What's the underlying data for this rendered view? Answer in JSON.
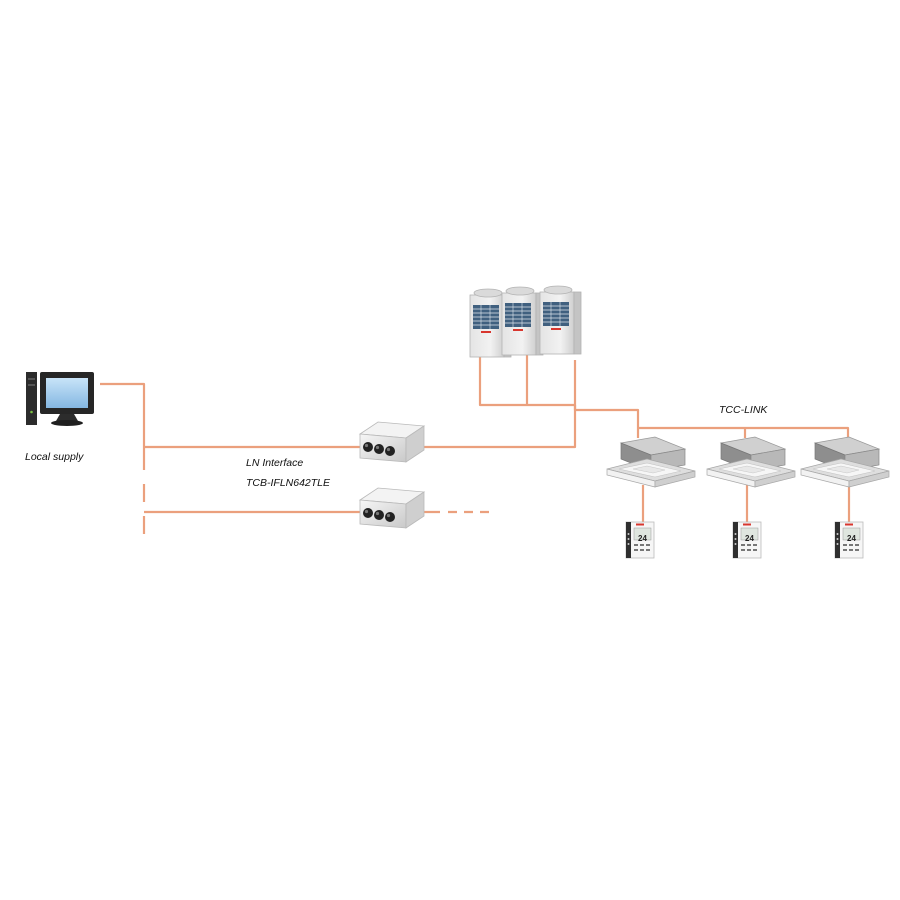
{
  "labels": {
    "local_supply": "Local supply",
    "ln_interface": "LN Interface",
    "model": "TCB-IFLN642TLE",
    "tcc_link": "TCC-LINK"
  },
  "remote_display": "24",
  "colors": {
    "wire": "#eba07d",
    "background": "#ffffff",
    "device_light": "#ececec",
    "device_shade": "#bdbdbd",
    "grille": "#3f5f7f",
    "computer": "#2a2a2a",
    "screen": "#9ecbee",
    "brand_red": "#d8362e"
  },
  "icons": [
    "computer-icon",
    "ln-interface-box-icon",
    "outdoor-unit-icon",
    "cassette-indoor-unit-icon",
    "remote-controller-icon"
  ]
}
